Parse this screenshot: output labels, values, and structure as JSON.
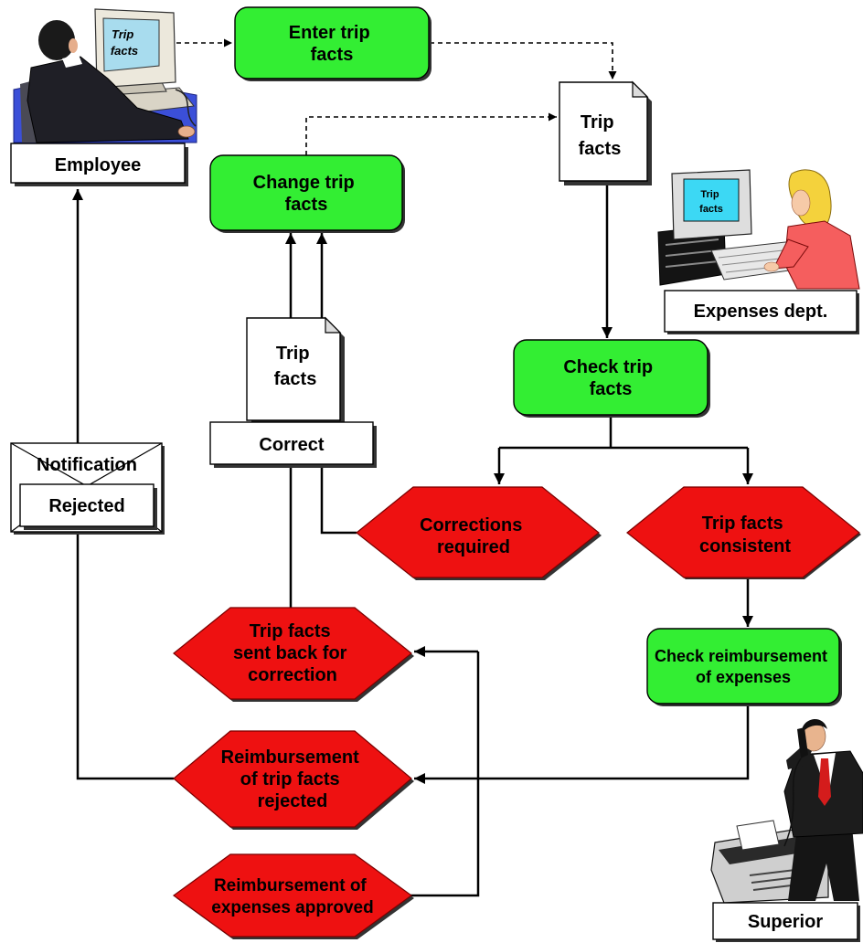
{
  "actors": {
    "employee": {
      "label": "Employee",
      "screen_lines": [
        "Trip",
        "facts"
      ],
      "icon": "employee-at-computer-icon"
    },
    "expenses_dept": {
      "label": "Expenses dept.",
      "screen_lines": [
        "Trip",
        "facts"
      ],
      "icon": "clerk-at-computer-icon"
    },
    "superior": {
      "label": "Superior",
      "icon": "manager-on-phone-icon"
    }
  },
  "functions": {
    "enter_trip_facts": {
      "lines": [
        "Enter trip",
        "facts"
      ]
    },
    "change_trip_facts": {
      "lines": [
        "Change trip",
        "facts"
      ]
    },
    "check_trip_facts": {
      "lines": [
        "Check trip",
        "facts"
      ]
    },
    "check_reimbursement": {
      "lines": [
        "Check reimbursement",
        "of expenses"
      ]
    }
  },
  "events": {
    "corrections_required": {
      "lines": [
        "Corrections",
        "required"
      ]
    },
    "trip_facts_consistent": {
      "lines": [
        "Trip facts",
        "consistent"
      ]
    },
    "sent_back_for_correction": {
      "lines": [
        "Trip facts",
        "sent back for",
        "correction"
      ]
    },
    "reimbursement_rejected": {
      "lines": [
        "Reimbursement",
        "of trip facts",
        "rejected"
      ]
    },
    "reimbursement_approved": {
      "lines": [
        "Reimbursement of",
        "expenses approved"
      ]
    }
  },
  "documents": {
    "trip_facts": {
      "lines": [
        "Trip",
        "facts"
      ]
    },
    "trip_facts_correct": {
      "lines": [
        "Trip",
        "facts"
      ],
      "status": "Correct"
    }
  },
  "notification": {
    "title": "Notification",
    "status": "Rejected",
    "icon": "envelope-icon"
  },
  "colors": {
    "function_fill": "#33ee33",
    "event_fill": "#ee1111",
    "event_text": "#ffffff",
    "employee_screen": "#a8dcee",
    "expenses_screen": "#3cd8f4"
  }
}
